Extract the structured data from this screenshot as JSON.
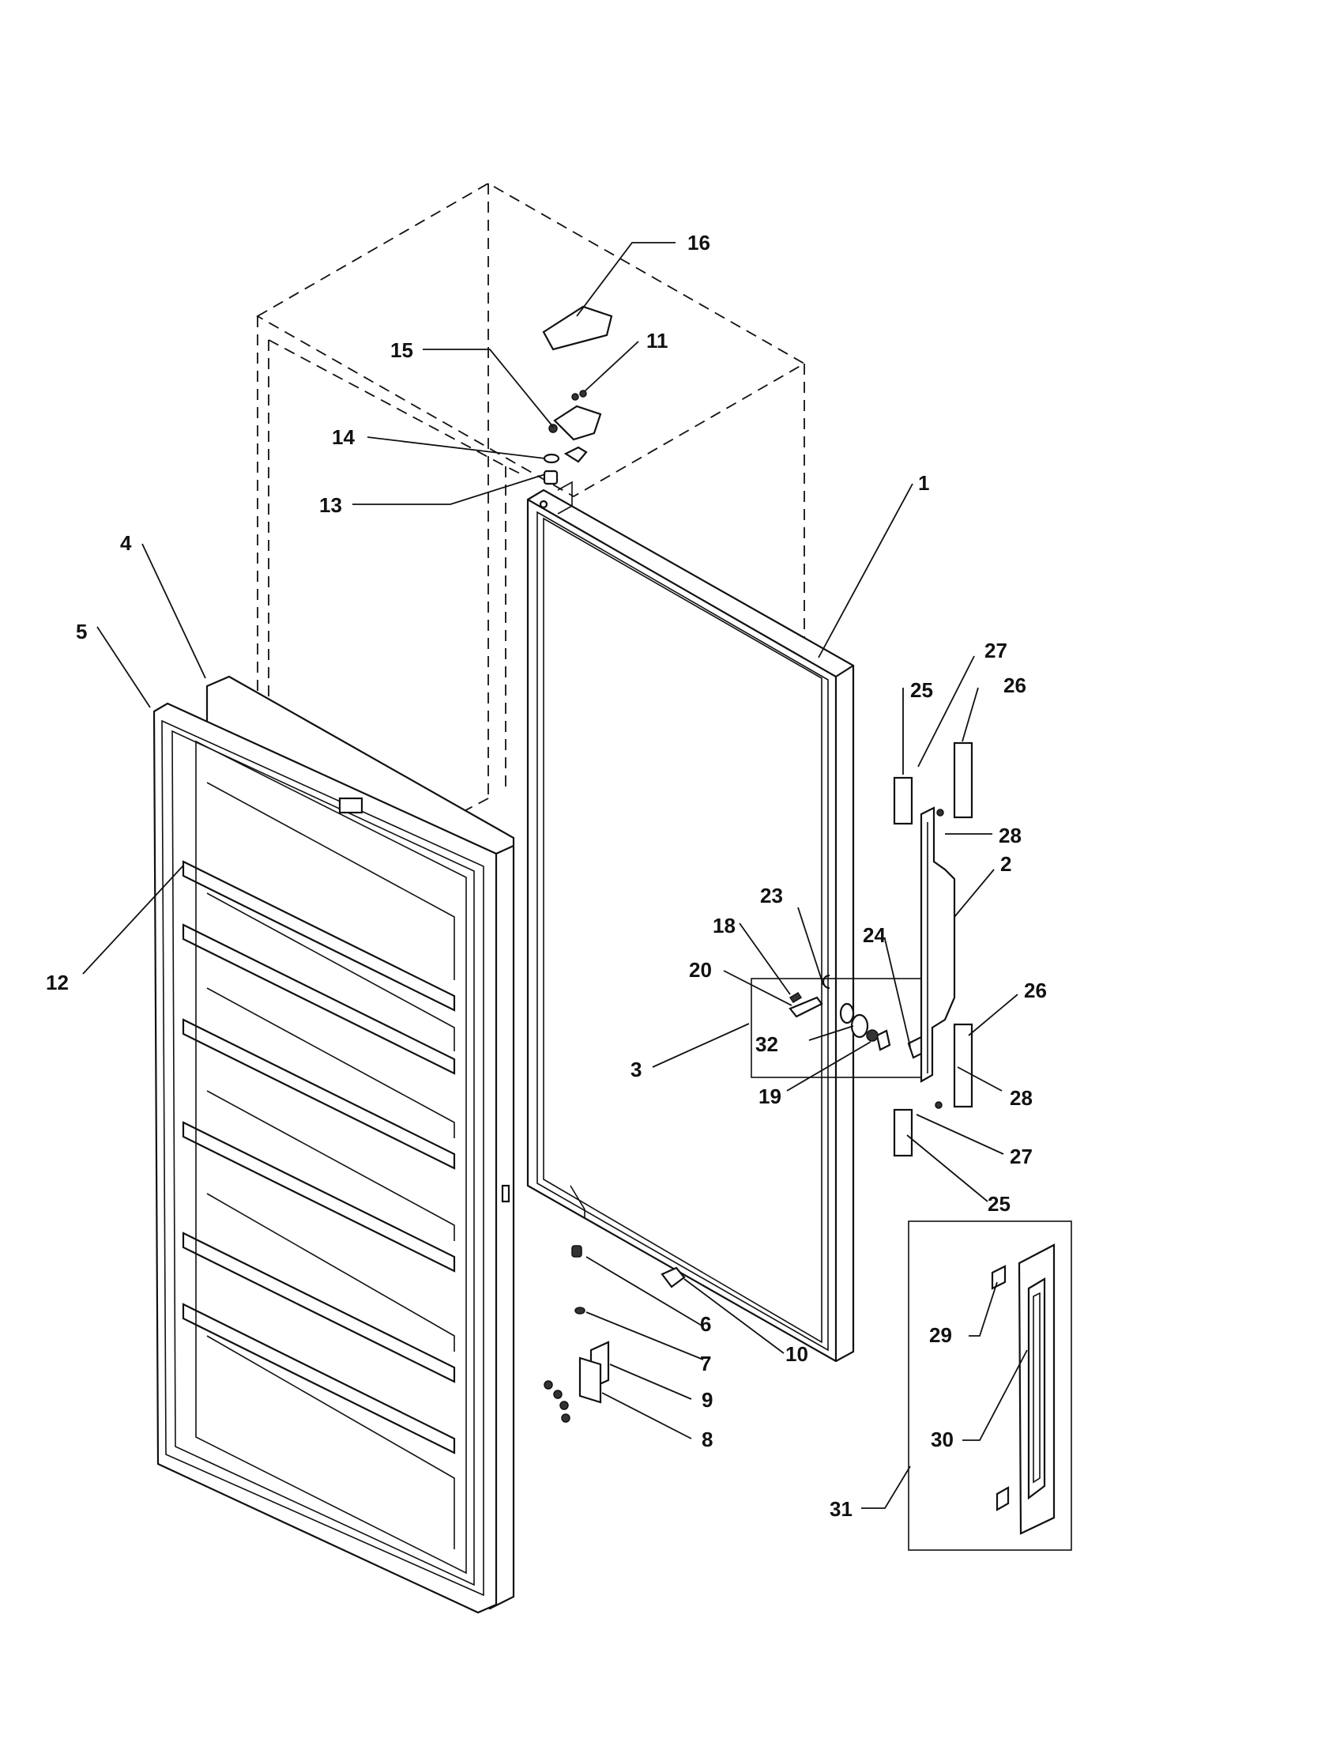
{
  "callouts": [
    {
      "label": "1"
    },
    {
      "label": "2"
    },
    {
      "label": "3"
    },
    {
      "label": "4"
    },
    {
      "label": "5"
    },
    {
      "label": "6"
    },
    {
      "label": "7"
    },
    {
      "label": "8"
    },
    {
      "label": "9"
    },
    {
      "label": "10"
    },
    {
      "label": "11"
    },
    {
      "label": "12"
    },
    {
      "label": "13"
    },
    {
      "label": "14"
    },
    {
      "label": "15"
    },
    {
      "label": "16"
    },
    {
      "label": "18"
    },
    {
      "label": "19"
    },
    {
      "label": "20"
    },
    {
      "label": "23"
    },
    {
      "label": "24"
    },
    {
      "label": "25"
    },
    {
      "label": "25"
    },
    {
      "label": "26"
    },
    {
      "label": "26"
    },
    {
      "label": "27"
    },
    {
      "label": "27"
    },
    {
      "label": "28"
    },
    {
      "label": "28"
    },
    {
      "label": "29"
    },
    {
      "label": "30"
    },
    {
      "label": "31"
    },
    {
      "label": "32"
    }
  ]
}
